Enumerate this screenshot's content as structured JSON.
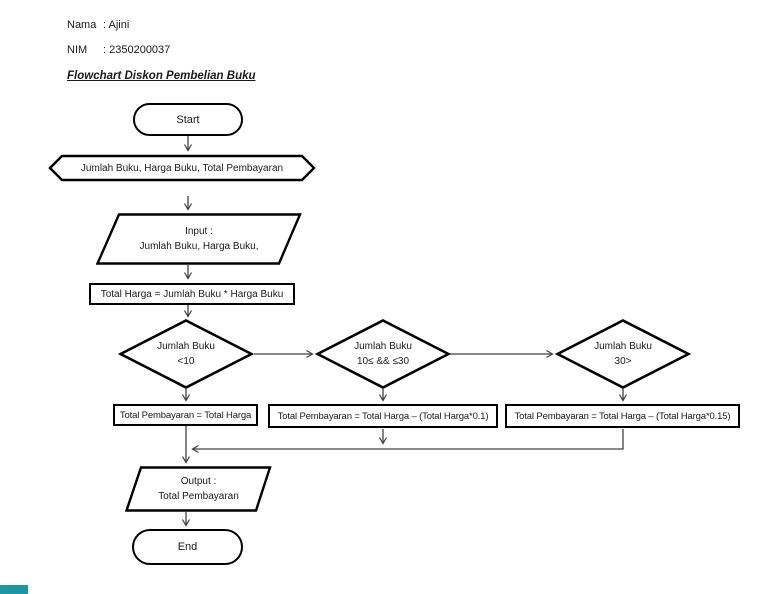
{
  "header": {
    "name_label": "Nama",
    "name_value": ": Ajini",
    "nim_label": "NIM",
    "nim_value": ": 2350200037",
    "title": "Flowchart Diskon Pembelian Buku"
  },
  "flowchart": {
    "start_label": "Start",
    "declare_text": "Jumlah Buku, Harga Buku, Total Pembayaran",
    "input_line1": "Input :",
    "input_line2": "Jumlah Buku, Harga Buku,",
    "process_total": "Total Harga = Jumlah Buku * Harga Buku",
    "decisions": [
      {
        "line1": "Jumlah Buku",
        "line2": "<10"
      },
      {
        "line1": "Jumlah Buku",
        "line2": "10≤ && ≤30"
      },
      {
        "line1": "Jumlah Buku",
        "line2": "30>"
      }
    ],
    "results": [
      "Total Pembayaran = Total Harga",
      "Total Pembayaran = Total Harga – (Total Harga*0.1)",
      "Total Pembayaran = Total Harga – (Total Harga*0.15)"
    ],
    "output_line1": "Output :",
    "output_line2": "Total Pembayaran",
    "end_label": "End"
  },
  "colors": {
    "shape_border": "#000000",
    "shape_fill": "#ffffff",
    "connector": "#404040",
    "text": "#1a1a1a",
    "accent_bar": "#1f97a3"
  }
}
